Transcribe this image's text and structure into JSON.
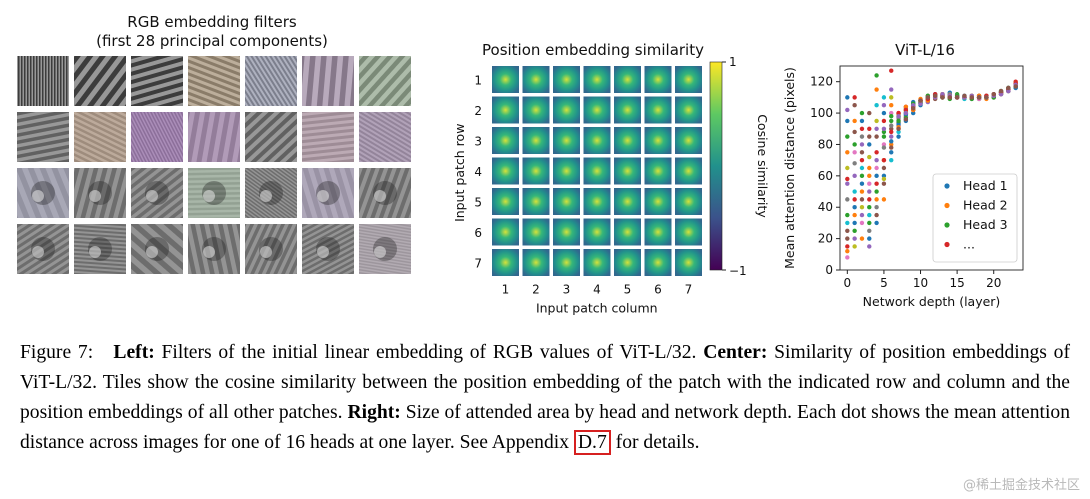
{
  "left_panel": {
    "title_line1": "RGB embedding filters",
    "title_line2": "(first 28 principal components)"
  },
  "center_panel": {
    "title": "Position embedding similarity",
    "ylabel": "Input patch row",
    "xlabel": "Input patch column",
    "row_ticks": [
      "1",
      "2",
      "3",
      "4",
      "5",
      "6",
      "7"
    ],
    "col_ticks": [
      "1",
      "2",
      "3",
      "4",
      "5",
      "6",
      "7"
    ],
    "colorbar_label": "Cosine similarity",
    "colorbar_max": "1",
    "colorbar_min": "−1"
  },
  "chart_data": {
    "type": "scatter",
    "title": "ViT-L/16",
    "xlabel": "Network depth (layer)",
    "ylabel": "Mean attention distance (pixels)",
    "xlim": [
      -1,
      24
    ],
    "ylim": [
      0,
      130
    ],
    "xticks": [
      "0",
      "5",
      "10",
      "15",
      "20"
    ],
    "yticks": [
      "0",
      "20",
      "40",
      "60",
      "80",
      "100",
      "120"
    ],
    "legend_position": "lower-right",
    "legend": [
      "Head 1",
      "Head 2",
      "Head 3",
      "..."
    ],
    "colors": [
      "#1f77b4",
      "#ff7f0e",
      "#2ca02c",
      "#d62728",
      "#9467bd",
      "#8c564b",
      "#e377c2",
      "#17becf",
      "#bcbd22",
      "#7f7f7f"
    ],
    "series": [
      {
        "name": "Head 1",
        "values": [
          110,
          40,
          95,
          20,
          30,
          60,
          75,
          85,
          95,
          100,
          105,
          108,
          110,
          112,
          113,
          111,
          110,
          111,
          110,
          110,
          111,
          112,
          114,
          117
        ]
      },
      {
        "name": "Head 2",
        "values": [
          12,
          35,
          50,
          60,
          45,
          70,
          80,
          90,
          98,
          102,
          106,
          108,
          110,
          110,
          112,
          110,
          110,
          110,
          111,
          109,
          112,
          113,
          115,
          119
        ]
      },
      {
        "name": "Head 3",
        "values": [
          85,
          25,
          60,
          30,
          124,
          88,
          95,
          98,
          100,
          105,
          107,
          109,
          111,
          110,
          109,
          112,
          110,
          110,
          109,
          110,
          110,
          114,
          116,
          118
        ]
      },
      {
        "name": "...",
        "values": [
          15,
          110,
          70,
          45,
          55,
          95,
          127,
          100,
          104,
          102,
          108,
          110,
          112,
          111,
          110,
          110,
          110,
          111,
          110,
          111,
          111,
          113,
          115,
          120
        ]
      },
      {
        "name": "",
        "values": [
          55,
          60,
          80,
          50,
          70,
          90,
          85,
          92,
          96,
          104,
          106,
          107,
          110,
          112,
          111,
          110,
          110,
          109,
          110,
          110,
          112,
          112,
          114,
          116
        ]
      },
      {
        "name": "",
        "values": [
          20,
          88,
          75,
          100,
          85,
          65,
          90,
          94,
          102,
          106,
          108,
          111,
          109,
          110,
          111,
          110,
          110,
          110,
          111,
          110,
          110,
          113,
          115,
          117
        ]
      },
      {
        "name": "",
        "values": [
          8,
          75,
          30,
          55,
          65,
          80,
          100,
          96,
          98,
          103,
          107,
          110,
          112,
          110,
          110,
          111,
          110,
          110,
          109,
          110,
          111,
          114,
          116,
          118
        ]
      },
      {
        "name": "",
        "values": [
          30,
          50,
          65,
          35,
          105,
          110,
          70,
          88,
          100,
          106,
          108,
          109,
          111,
          111,
          112,
          110,
          109,
          110,
          110,
          110,
          111,
          112,
          114,
          117
        ]
      },
      {
        "name": "",
        "values": [
          65,
          15,
          40,
          72,
          95,
          58,
          110,
          99,
          101,
          104,
          107,
          110,
          110,
          112,
          110,
          110,
          110,
          111,
          110,
          110,
          112,
          113,
          115,
          119
        ]
      },
      {
        "name": "",
        "values": [
          45,
          68,
          85,
          25,
          40,
          78,
          92,
          97,
          103,
          105,
          108,
          109,
          111,
          110,
          112,
          110,
          110,
          110,
          110,
          111,
          111,
          114,
          116,
          118
        ]
      },
      {
        "name": "",
        "values": [
          95,
          30,
          55,
          80,
          60,
          100,
          82,
          93,
          99,
          107,
          106,
          110,
          112,
          111,
          110,
          110,
          111,
          110,
          110,
          110,
          112,
          113,
          115,
          116
        ]
      },
      {
        "name": "",
        "values": [
          75,
          95,
          20,
          65,
          115,
          45,
          105,
          91,
          104,
          102,
          109,
          108,
          110,
          112,
          111,
          110,
          110,
          110,
          111,
          110,
          111,
          112,
          114,
          118
        ]
      },
      {
        "name": "",
        "values": [
          35,
          80,
          100,
          40,
          50,
          85,
          98,
          95,
          97,
          106,
          107,
          111,
          111,
          110,
          110,
          111,
          110,
          109,
          110,
          110,
          110,
          114,
          116,
          117
        ]
      },
      {
        "name": "",
        "values": [
          58,
          45,
          90,
          90,
          75,
          70,
          88,
          100,
          102,
          104,
          108,
          109,
          112,
          111,
          110,
          110,
          110,
          110,
          110,
          111,
          112,
          113,
          115,
          119
        ]
      },
      {
        "name": "",
        "values": [
          102,
          20,
          35,
          15,
          90,
          105,
          115,
          98,
          100,
          105,
          106,
          110,
          110,
          112,
          111,
          110,
          110,
          111,
          110,
          110,
          111,
          112,
          114,
          118
        ]
      },
      {
        "name": "",
        "values": [
          25,
          105,
          45,
          85,
          35,
          55,
          78,
          90,
          96,
          103,
          108,
          110,
          111,
          110,
          110,
          110,
          111,
          110,
          110,
          110,
          112,
          114,
          116,
          117
        ]
      }
    ]
  },
  "caption": {
    "fig_label": "Figure 7:",
    "left_bold": "Left:",
    "left_text": "Filters of the initial linear embedding of RGB values of ViT-L/32.",
    "center_bold": "Center:",
    "center_text": "Similarity of position embeddings of ViT-L/32. Tiles show the cosine similarity between the position embedding of the patch with the indicated row and column and the position embeddings of all other patches.",
    "right_bold": "Right:",
    "right_text": "Size of attended area by head and network depth. Each dot shows the mean attention distance across images for one of 16 heads at one layer. See Appendix",
    "appendix_ref": "D.7",
    "tail": "for details."
  },
  "watermark": "@稀土掘金技术社区"
}
